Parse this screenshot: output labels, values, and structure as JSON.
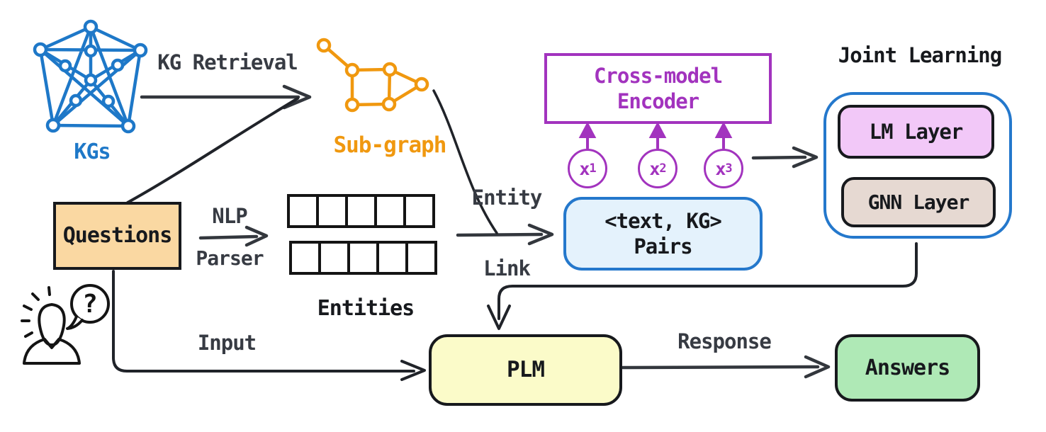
{
  "figure": {
    "kgs": {
      "label": "KGs",
      "color": "#1E78C8"
    },
    "kg_retrieval_label": "KG Retrieval",
    "subgraph": {
      "label": "Sub-graph",
      "color": "#F0980F"
    },
    "entity_link": {
      "line1": "Entity",
      "line2": "Link"
    },
    "questions": {
      "label": "Questions",
      "fill": "#FAD8A2"
    },
    "nlp_parser": {
      "line1": "NLP",
      "line2": "Parser"
    },
    "entities_label": "Entities",
    "entity_rows": {
      "rows": 2,
      "cells_per_row": 5
    },
    "pairs": {
      "line1": "<text, KG>",
      "line2": "Pairs",
      "fill": "#E4F2FC",
      "border_color": "#2478CC"
    },
    "encoder": {
      "line1": "Cross-model",
      "line2": "Encoder",
      "color": "#A233BE"
    },
    "tokens": [
      {
        "base": "x",
        "sub": "1"
      },
      {
        "base": "x",
        "sub": "2"
      },
      {
        "base": "x",
        "sub": "3"
      }
    ],
    "joint_learning": {
      "title": "Joint Learning",
      "lm_label": "LM Layer",
      "gnn_label": "GNN Layer",
      "lm_fill": "#F2C8F8",
      "gnn_fill": "#E6D9D2",
      "border_color": "#2478CC"
    },
    "plm": {
      "label": "PLM",
      "fill": "#FBFBC9"
    },
    "answers": {
      "label": "Answers",
      "fill": "#AFE9B6"
    },
    "input_label": "Input",
    "response_label": "Response",
    "person": {
      "question_mark": "?"
    }
  }
}
